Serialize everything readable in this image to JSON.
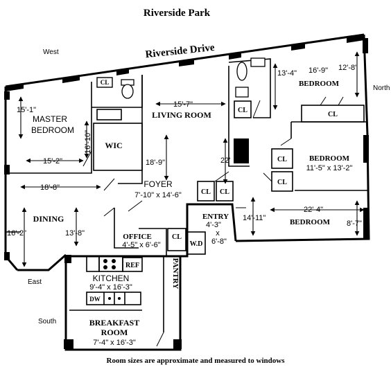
{
  "streets": {
    "top": "Riverside Park",
    "diagonal": "Riverside Drive"
  },
  "compass": {
    "west": "West",
    "north": "North",
    "east": "East",
    "south": "South"
  },
  "rooms": {
    "master_bedroom": {
      "line1": "MASTER",
      "line2": "BEDROOM",
      "dim_v": "15'-1\"",
      "dim_h": "15'-2\"",
      "dim_side": "16'-10\""
    },
    "wic": "WIC",
    "living_room": {
      "name": "LIVING ROOM",
      "dim_h": "15'-7\"",
      "dim_v": "18'-9\""
    },
    "bedroom_ne": {
      "name": "BEDROOM",
      "dim_a": "13'-4\"",
      "dim_b": "16'-9\"",
      "dim_c": "12'-8\""
    },
    "bedroom_e": {
      "name": "BEDROOM",
      "dim": "11'-5\" x 13'-2\""
    },
    "bedroom_se": {
      "name": "BEDROOM",
      "dim_h": "22'-4\"",
      "dim_v": "14'-11\"",
      "dim_side": "8'-7\""
    },
    "hall_dim": "22'",
    "foyer": {
      "name": "FOYER",
      "dim": "7'-10\" x 14'-6\""
    },
    "dining": {
      "name": "DINING",
      "dim_h": "18'-8\"",
      "dim_v1": "16'-2\"",
      "dim_v2": "13'-8\""
    },
    "office": {
      "name": "OFFICE",
      "dim": "4'-5\" x 6'-6\""
    },
    "entry": {
      "name": "ENTRY",
      "dim1": "4'-3\"",
      "x": "x",
      "dim2": "6'-8\""
    },
    "kitchen": {
      "name": "KITCHEN",
      "dim": "9'-4\" x 16'-3\"",
      "ref": "REF",
      "dw": "DW"
    },
    "pantry": "PANTRY",
    "wd": "W.D",
    "breakfast": {
      "line1": "BREAKFAST",
      "line2": "ROOM",
      "dim": "7'-4\" x 16'-3\""
    }
  },
  "closet_label": "CL",
  "footnote": "Room sizes are approximate and measured to windows"
}
